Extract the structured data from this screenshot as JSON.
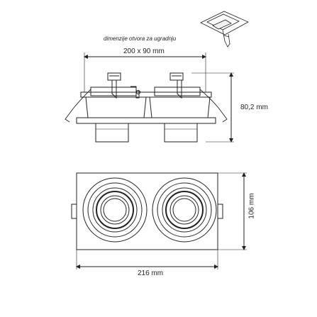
{
  "labels": {
    "cutout_note": "dimenzije otvora za  ugradnju",
    "cutout_size": "200 x 90 mm",
    "height": "80,2 mm",
    "depth_side": "106 mm",
    "width_bottom": "216 mm"
  },
  "colors": {
    "line": "#222222",
    "fill": "#ffffff"
  }
}
